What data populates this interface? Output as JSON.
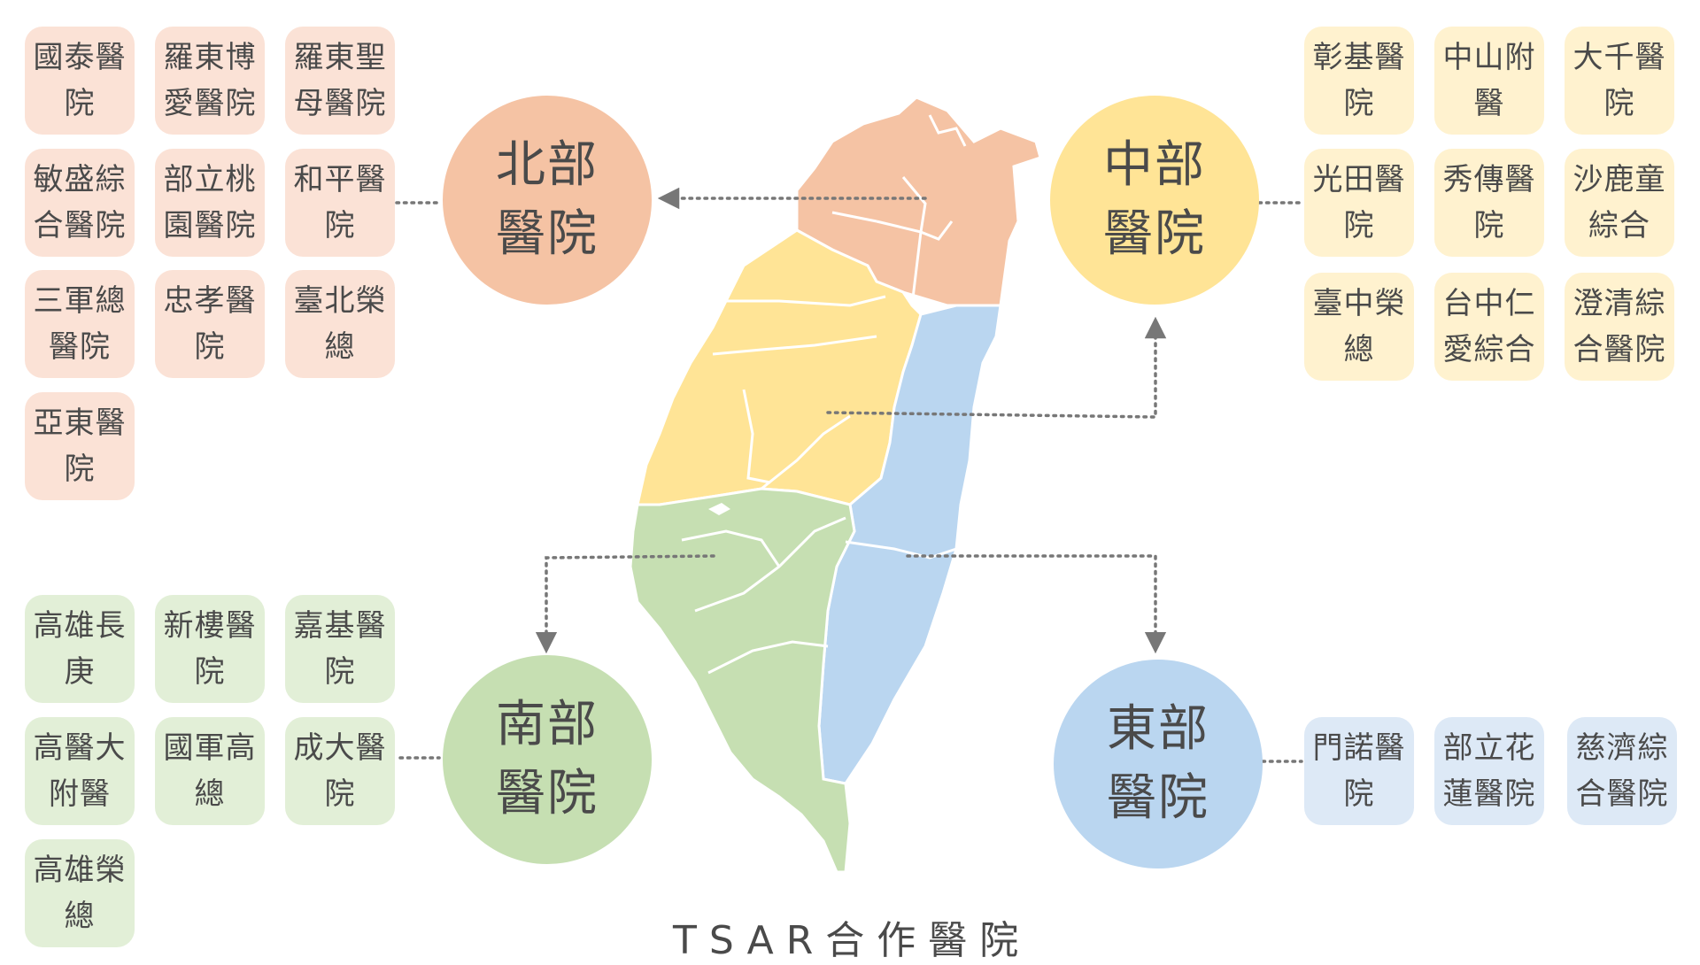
{
  "caption": "TSAR合作醫院",
  "regions": {
    "north": {
      "label": "北部醫院",
      "color": "#f5c3a4",
      "tile_color": "#fbe2d6",
      "hospitals": [
        "國泰醫院",
        "羅東博愛醫院",
        "羅東聖母醫院",
        "敏盛綜合醫院",
        "部立桃園醫院",
        "和平醫院",
        "三軍總醫院",
        "忠孝醫院",
        "臺北榮總",
        "亞東醫院"
      ]
    },
    "central": {
      "label": "中部醫院",
      "color": "#ffe496",
      "tile_color": "#fff2cf",
      "hospitals": [
        "彰基醫院",
        "中山附醫",
        "大千醫院",
        "光田醫院",
        "秀傳醫院",
        "沙鹿童綜合",
        "臺中榮總",
        "台中仁愛綜合",
        "澄清綜合醫院"
      ]
    },
    "south": {
      "label": "南部醫院",
      "color": "#c6dfb2",
      "tile_color": "#e2efd7",
      "hospitals": [
        "高雄長庚",
        "新樓醫院",
        "嘉基醫院",
        "高醫大附醫",
        "國軍高總",
        "成大醫院",
        "高雄榮總"
      ]
    },
    "east": {
      "label": "東部醫院",
      "color": "#bad6f0",
      "tile_color": "#dde9f6",
      "hospitals": [
        "門諾醫院",
        "部立花蓮醫院",
        "慈濟綜合醫院"
      ]
    }
  },
  "connector_color": "#777777"
}
